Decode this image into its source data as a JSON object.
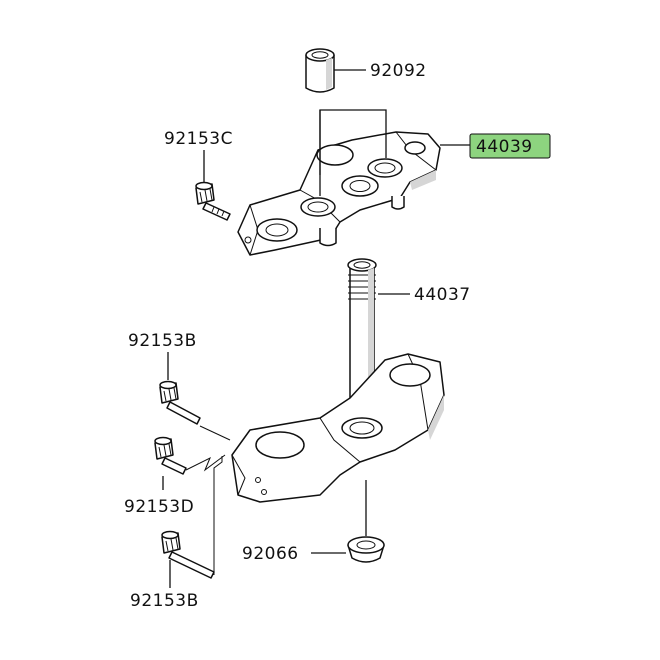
{
  "labels": {
    "p92092": "92092",
    "p92153c": "92153C",
    "p44039": "44039",
    "p44037": "44037",
    "p92153b_top": "92153B",
    "p92153d": "92153D",
    "p92066": "92066",
    "p92153b_bottom": "92153B"
  },
  "colors": {
    "highlight": "#8dd47f",
    "line": "#111111"
  }
}
